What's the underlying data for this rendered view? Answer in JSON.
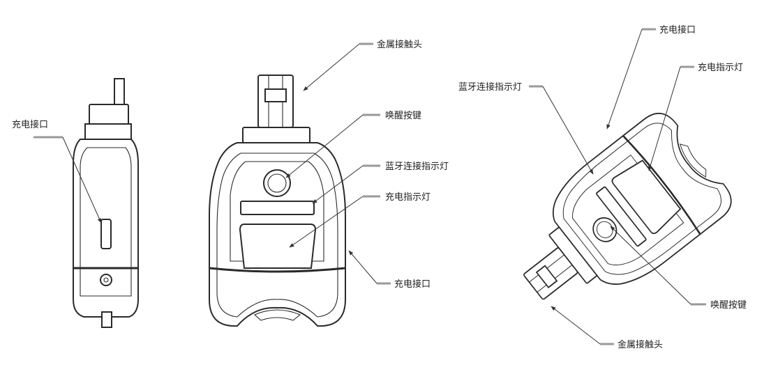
{
  "side_view": {
    "charging_port": "充电接口"
  },
  "front_view": {
    "metal_contact_head": "金属接触头",
    "wake_button": "唤醒按键",
    "bluetooth_indicator": "蓝牙连接指示灯",
    "charging_indicator": "充电指示灯",
    "charging_port": "充电接口"
  },
  "perspective_view": {
    "charging_port": "充电接口",
    "charging_indicator": "充电指示灯",
    "bluetooth_indicator": "蓝牙连接指示灯",
    "wake_button": "唤醒按键",
    "metal_contact_head": "金属接触头"
  }
}
